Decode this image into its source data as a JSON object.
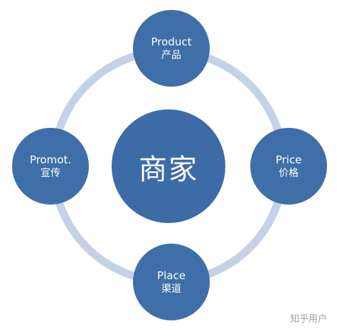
{
  "diagram": {
    "center": {
      "text": "商家"
    },
    "nodes": [
      {
        "id": "product",
        "en": "Product",
        "zh": "产品"
      },
      {
        "id": "price",
        "en": "Price",
        "zh": "价格"
      },
      {
        "id": "place",
        "en": "Place",
        "zh": "渠道"
      },
      {
        "id": "promotion",
        "en": "Promot.",
        "zh": "宣传"
      }
    ],
    "colors": {
      "node_fill": "#3f6fa8",
      "center_fill": "#3d6ba5",
      "ring": "#c5d1e4",
      "text": "#ffffff"
    }
  },
  "watermark": {
    "text": "知乎用户"
  }
}
